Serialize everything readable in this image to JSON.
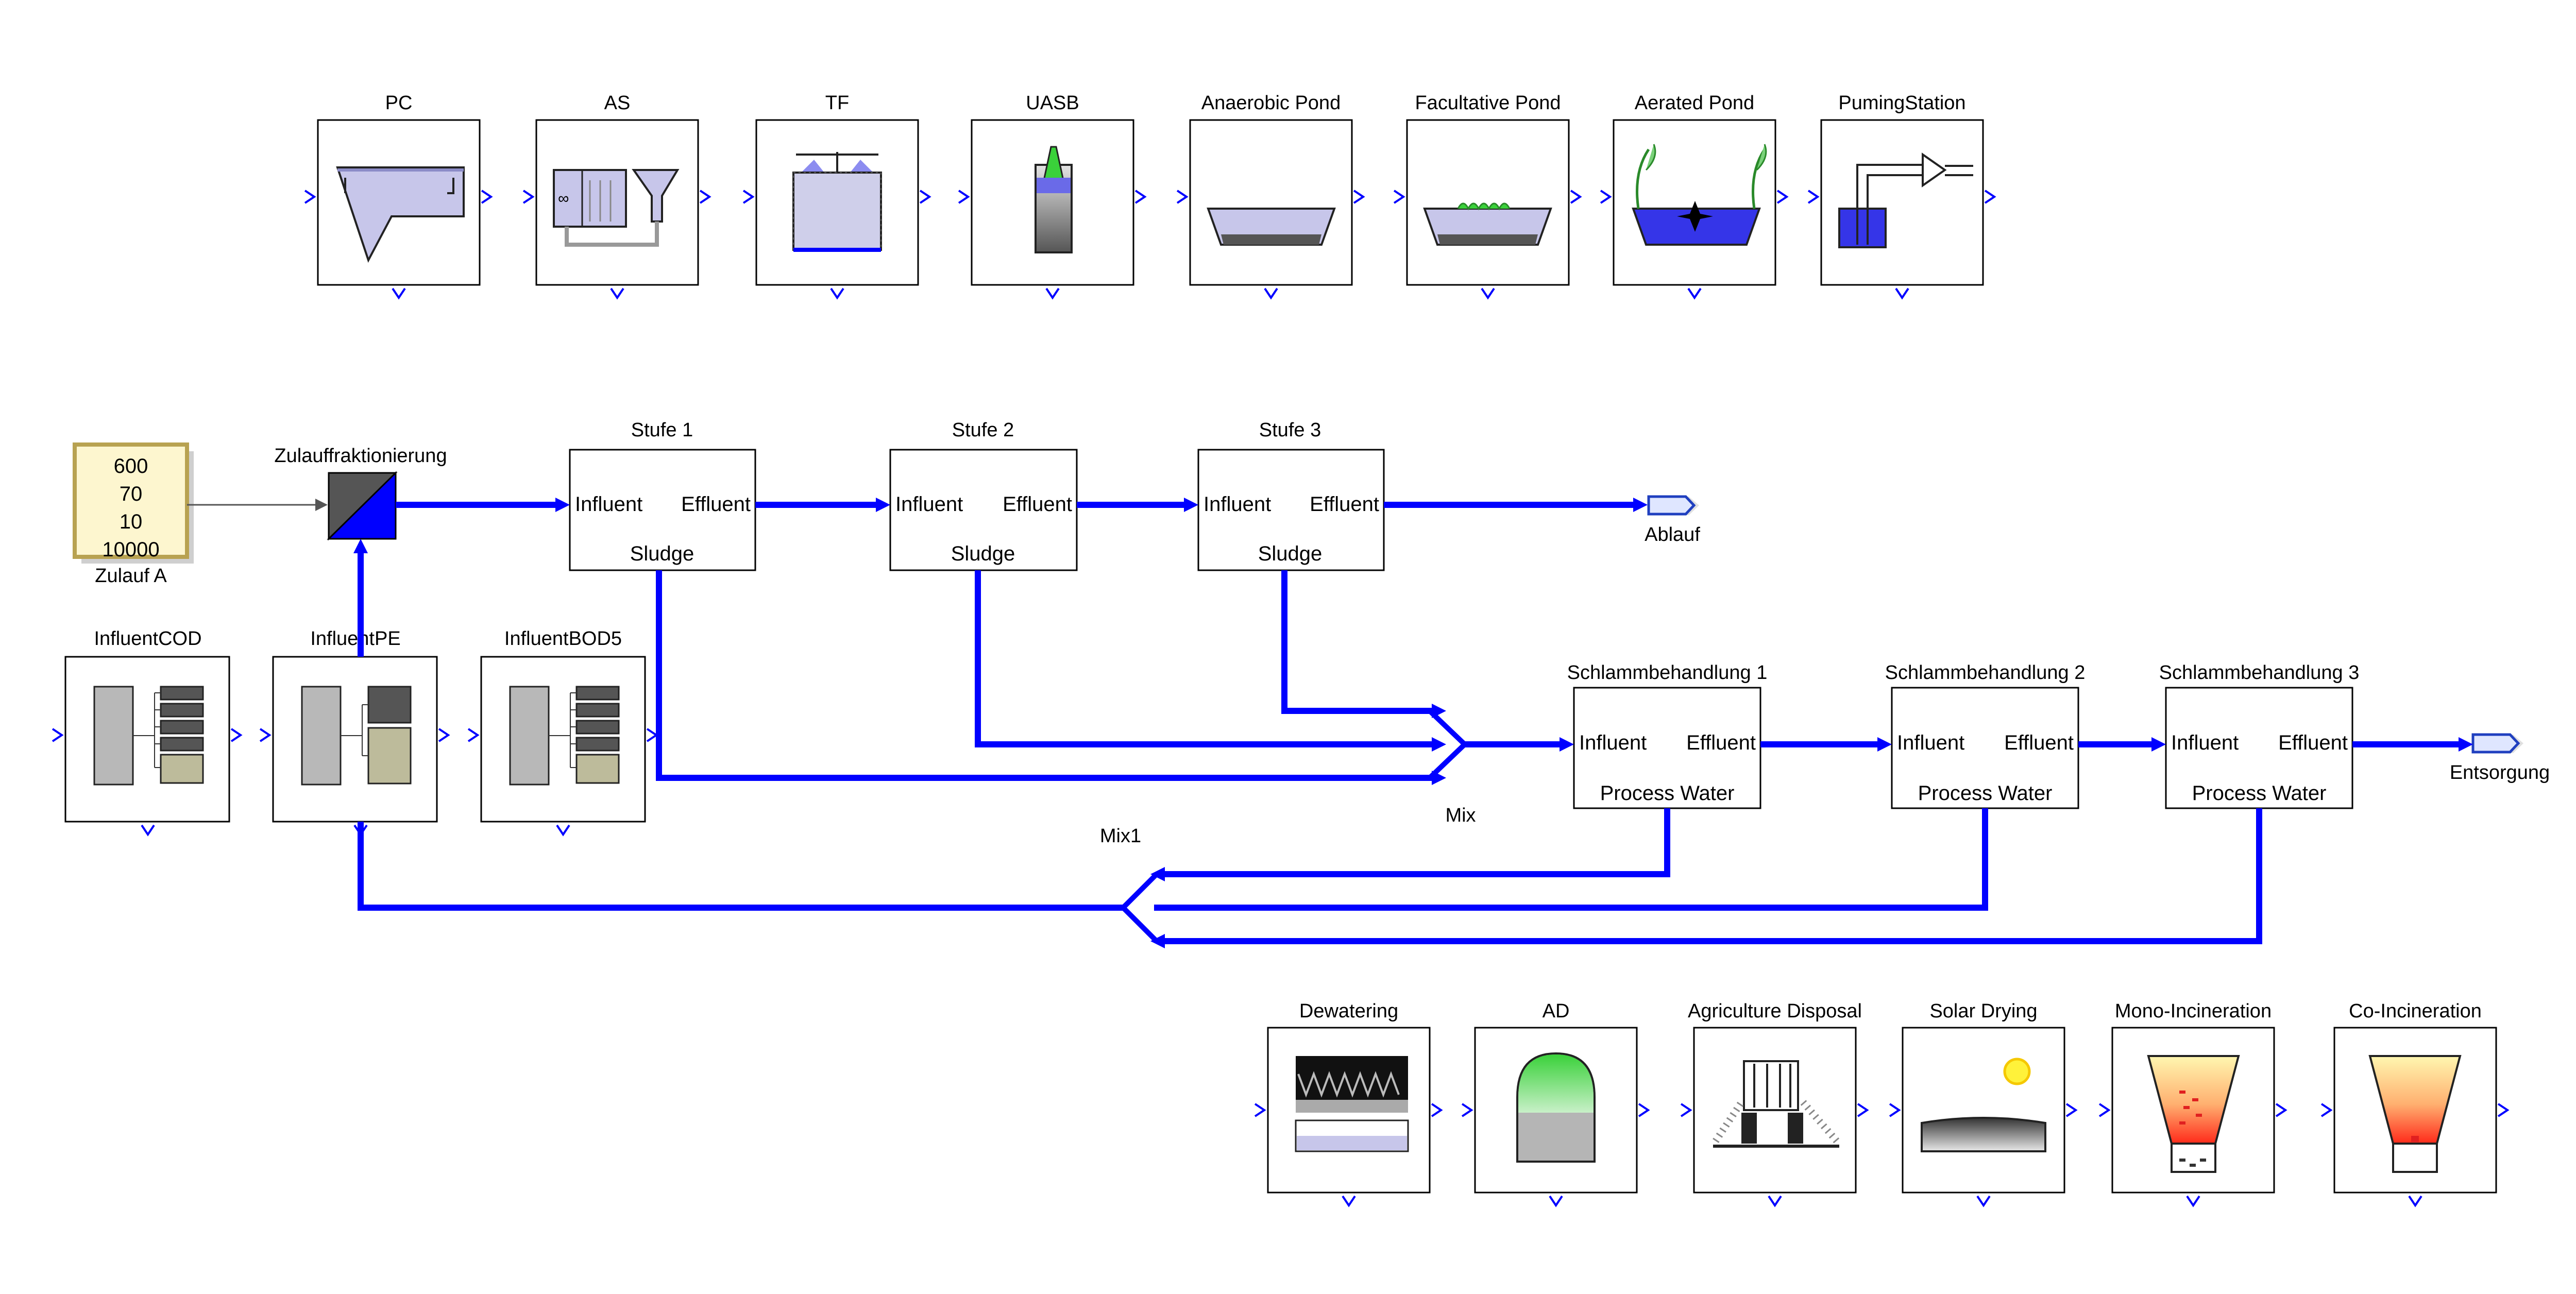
{
  "colors": {
    "flow": "#0000ff",
    "block_border": "#000000",
    "constant_fill": "#fdf6cf",
    "constant_border": "#b8a251"
  },
  "top_row": [
    {
      "label": "PC",
      "icon": "primary-clarifier-icon"
    },
    {
      "label": "AS",
      "icon": "activated-sludge-icon"
    },
    {
      "label": "TF",
      "icon": "trickling-filter-icon"
    },
    {
      "label": "UASB",
      "icon": "uasb-reactor-icon"
    },
    {
      "label": "Anaerobic Pond",
      "icon": "anaerobic-pond-icon"
    },
    {
      "label": "Facultative Pond",
      "icon": "facultative-pond-icon"
    },
    {
      "label": "Aerated Pond",
      "icon": "aerated-pond-icon"
    },
    {
      "label": "PumingStation",
      "icon": "pumping-station-icon"
    }
  ],
  "source": {
    "label": "Zulauf A",
    "values": [
      "600",
      "70",
      "10",
      "10000"
    ],
    "fractionation_label": "Zulauffraktionierung"
  },
  "influent_blocks": [
    {
      "label": "InfluentCOD"
    },
    {
      "label": "InfluentPE"
    },
    {
      "label": "InfluentBOD5"
    }
  ],
  "stages": [
    {
      "title": "Stufe 1",
      "in": "Influent",
      "out": "Effluent",
      "bottom": "Sludge"
    },
    {
      "title": "Stufe 2",
      "in": "Influent",
      "out": "Effluent",
      "bottom": "Sludge"
    },
    {
      "title": "Stufe 3",
      "in": "Influent",
      "out": "Effluent",
      "bottom": "Sludge"
    }
  ],
  "outport_ablauf": "Ablauf",
  "mix_label": "Mix",
  "mix1_label": "Mix1",
  "sludge_treatment": [
    {
      "title": "Schlammbehandlung  1",
      "in": "Influent",
      "out": "Effluent",
      "bottom": "Process Water"
    },
    {
      "title": "Schlammbehandlung  2",
      "in": "Influent",
      "out": "Effluent",
      "bottom": "Process Water"
    },
    {
      "title": "Schlammbehandlung  3",
      "in": "Influent",
      "out": "Effluent",
      "bottom": "Process Water"
    }
  ],
  "outport_entsorgung": "Entsorgung",
  "bottom_row": [
    {
      "label": "Dewatering",
      "icon": "dewatering-icon"
    },
    {
      "label": "AD",
      "icon": "anaerobic-digester-icon"
    },
    {
      "label": "Agriculture Disposal",
      "icon": "agriculture-disposal-icon"
    },
    {
      "label": "Solar Drying",
      "icon": "solar-drying-icon"
    },
    {
      "label": "Mono-Incineration",
      "icon": "mono-incineration-icon"
    },
    {
      "label": "Co-Incineration",
      "icon": "co-incineration-icon"
    }
  ]
}
